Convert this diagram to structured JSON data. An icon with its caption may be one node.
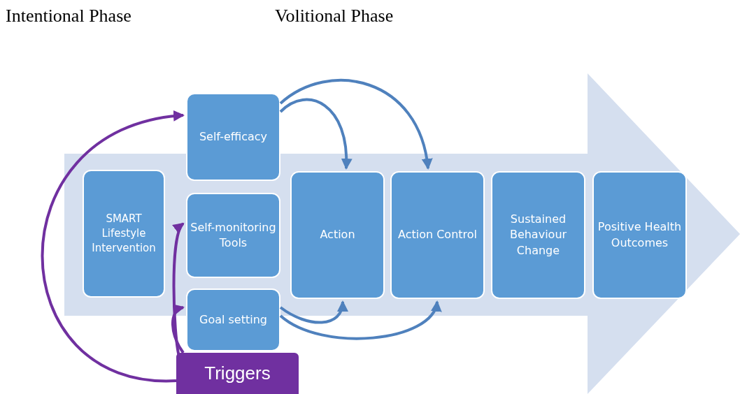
{
  "diagram": {
    "nodes": [
      {
        "text": [
          "SMART Lifestyle Intervention"
        ]
      },
      {
        "text": [
          "Self-efficacy"
        ]
      },
      {
        "text": [
          "Self-monitoring Tools"
        ]
      },
      {
        "text": [
          "Goal setting"
        ]
      },
      {
        "text": [
          "Action"
        ]
      },
      {
        "text": [
          "Action Control"
        ]
      },
      {
        "text": [
          "Sustained Behaviour Change"
        ]
      },
      {
        "text": [
          "Positive Health Outcomes"
        ]
      },
      {
        "text": [
          "Triggers"
        ]
      }
    ],
    "edges": [
      {
        "from": 8,
        "to": 1,
        "arrow": "to",
        "color": "#7030a0"
      },
      {
        "from": 8,
        "to": 2,
        "arrow": "to",
        "color": "#7030a0"
      },
      {
        "from": 8,
        "to": 3,
        "arrow": "to",
        "color": "#7030a0"
      },
      {
        "from": 1,
        "to": 4,
        "arrow": "to"
      },
      {
        "from": 1,
        "to": 5,
        "arrow": "to"
      },
      {
        "from": 3,
        "to": 4,
        "arrow": "to"
      },
      {
        "from": 3,
        "to": 5,
        "arrow": "to"
      }
    ],
    "labels": [
      "Intentional Phase",
      "Volitional Phase"
    ]
  }
}
